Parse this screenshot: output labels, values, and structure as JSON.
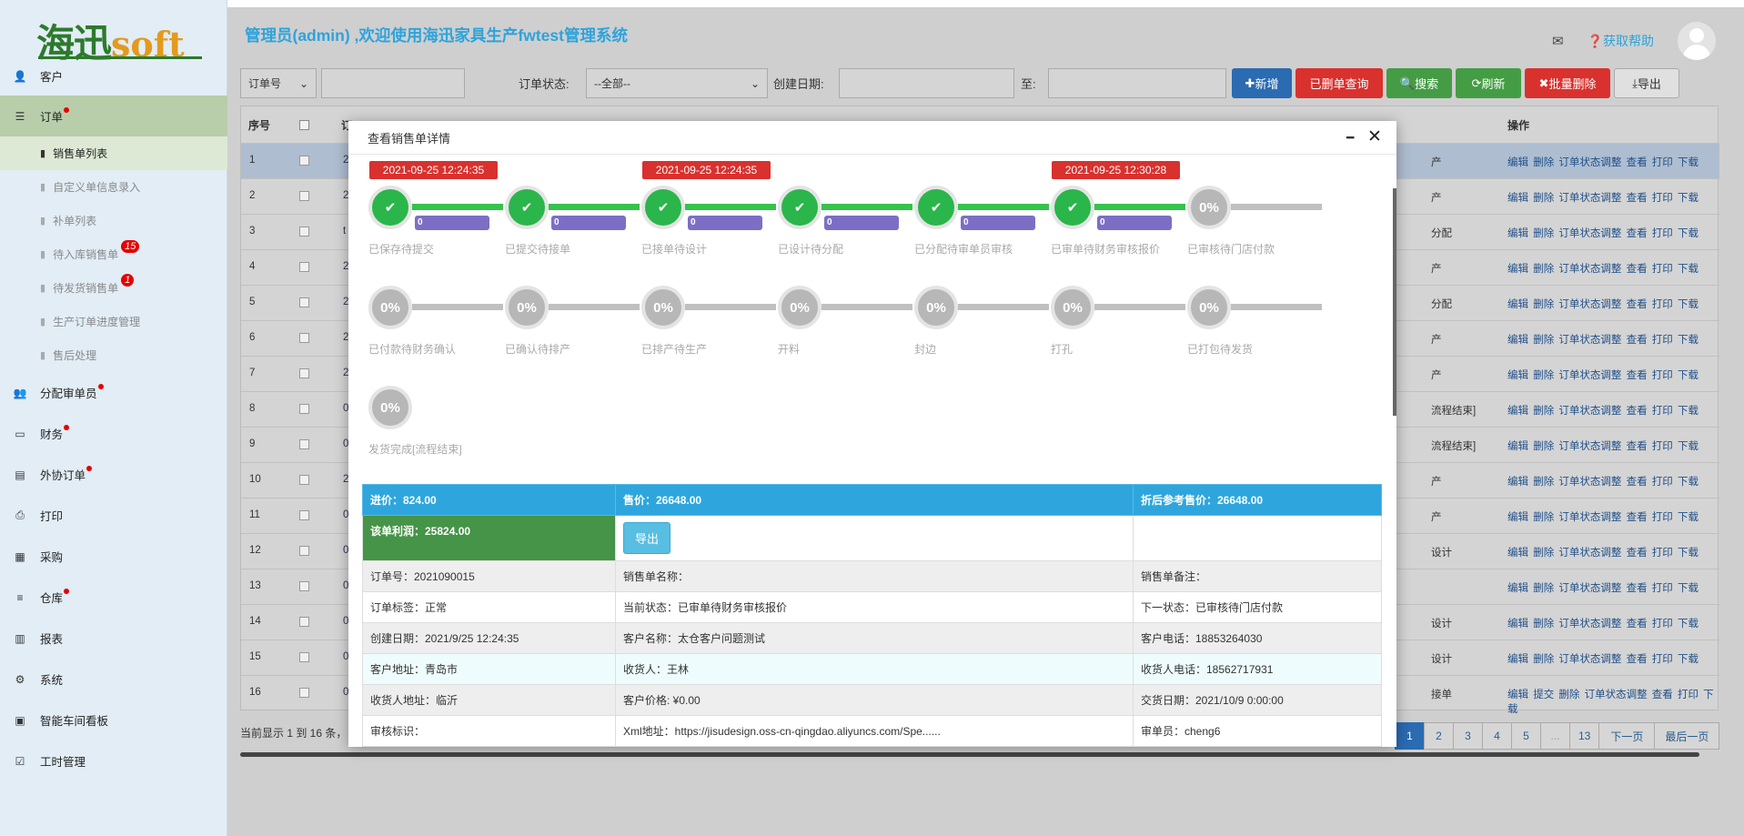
{
  "sidebar": {
    "logo_cn": "海迅",
    "logo_en": "soft",
    "menu": [
      {
        "label": "客户",
        "icon": "user-icon"
      },
      {
        "label": "订单",
        "icon": "list-icon"
      },
      {
        "label": "分配审单员",
        "icon": "users-icon"
      },
      {
        "label": "财务",
        "icon": "credit-card-icon"
      },
      {
        "label": "外协订单",
        "icon": "list-alt-icon"
      },
      {
        "label": "打印",
        "icon": "print-icon"
      },
      {
        "label": "采购",
        "icon": "table-icon"
      },
      {
        "label": "仓库",
        "icon": "bars-icon"
      },
      {
        "label": "报表",
        "icon": "chart-icon"
      },
      {
        "label": "系统",
        "icon": "gear-icon"
      },
      {
        "label": "智能车间看板",
        "icon": "film-icon"
      },
      {
        "label": "工时管理",
        "icon": "check-square-icon"
      }
    ],
    "submenu": [
      {
        "label": "销售单列表",
        "badge": ""
      },
      {
        "label": "自定义单信息录入",
        "badge": ""
      },
      {
        "label": "补单列表",
        "badge": ""
      },
      {
        "label": "待入库销售单",
        "badge": "15"
      },
      {
        "label": "待发货销售单",
        "badge": "1"
      },
      {
        "label": "生产订单进度管理",
        "badge": ""
      },
      {
        "label": "售后处理",
        "badge": ""
      }
    ]
  },
  "header": {
    "title": "管理员(admin) ,欢迎使用海迅家具生产fwtest管理系统",
    "help": "获取帮助"
  },
  "toolbar": {
    "field_select": "订单号",
    "status_label": "订单状态:",
    "status_select": "--全部--",
    "date_label": "创建日期:",
    "to_label": "至:",
    "buttons": [
      "新增",
      "已删单查询",
      "搜索",
      "刷新",
      "批量删除",
      "导出"
    ],
    "colors": {
      "blue": "#2a6bb1",
      "red": "#d9312e",
      "green": "#449d44"
    }
  },
  "grid": {
    "col_index": "序号",
    "col_first": "订",
    "col_ops": "操作",
    "rows": [
      {
        "n": "1",
        "c3": "2",
        "c4": "产",
        "ops": "编辑 删除 订单状态调整 查看 打印 下载"
      },
      {
        "n": "2",
        "c3": "2",
        "c4": "产",
        "ops": "编辑 删除 订单状态调整 查看 打印 下载"
      },
      {
        "n": "3",
        "c3": "t",
        "c4": "分配",
        "ops": "编辑 删除 订单状态调整 查看 打印 下载"
      },
      {
        "n": "4",
        "c3": "2",
        "c4": "产",
        "ops": "编辑 删除 订单状态调整 查看 打印 下载"
      },
      {
        "n": "5",
        "c3": "2",
        "c4": "分配",
        "ops": "编辑 删除 订单状态调整 查看 打印 下载"
      },
      {
        "n": "6",
        "c3": "2",
        "c4": "产",
        "ops": "编辑 删除 订单状态调整 查看 打印 下载"
      },
      {
        "n": "7",
        "c3": "2",
        "c4": "产",
        "ops": "编辑 删除 订单状态调整 查看 打印 下载"
      },
      {
        "n": "8",
        "c3": "0",
        "c4": "流程结束]",
        "ops": "编辑 删除 订单状态调整 查看 打印 下载"
      },
      {
        "n": "9",
        "c3": "0",
        "c4": "流程结束]",
        "ops": "编辑 删除 订单状态调整 查看 打印 下载"
      },
      {
        "n": "10",
        "c3": "2",
        "c4": "产",
        "ops": "编辑 删除 订单状态调整 查看 打印 下载"
      },
      {
        "n": "11",
        "c3": "0",
        "c4": "产",
        "ops": "编辑 删除 订单状态调整 查看 打印 下载"
      },
      {
        "n": "12",
        "c3": "0",
        "c4": "设计",
        "ops": "编辑 删除 订单状态调整 查看 打印 下载"
      },
      {
        "n": "13",
        "c3": "0",
        "c4": "",
        "ops": "编辑 删除 订单状态调整 查看 打印 下载"
      },
      {
        "n": "14",
        "c3": "0",
        "c4": "设计",
        "ops": "编辑 删除 订单状态调整 查看 打印 下载"
      },
      {
        "n": "15",
        "c3": "0",
        "c4": "设计",
        "ops": "编辑 删除 订单状态调整 查看 打印 下载"
      },
      {
        "n": "16",
        "c3": "0",
        "c4": "接单",
        "ops": "编辑 提交 删除 订单状态调整 查看 打印 下载"
      }
    ]
  },
  "pagination": {
    "info": "当前显示 1 到 16 条，",
    "pages": [
      "2",
      "3",
      "4",
      "5",
      "...",
      "13",
      "下一页",
      "最后一页"
    ]
  },
  "modal": {
    "title": "查看销售单详情",
    "dates": [
      "2021-09-25 12:24:35",
      "2021-09-25 12:24:35",
      "2021-09-25 12:30:28"
    ],
    "steps": [
      {
        "label": "已保存待提交",
        "done": true,
        "progress": "0"
      },
      {
        "label": "已提交待接单",
        "done": true,
        "progress": "0"
      },
      {
        "label": "已接单待设计",
        "done": true,
        "progress": "0"
      },
      {
        "label": "已设计待分配",
        "done": true,
        "progress": "0"
      },
      {
        "label": "已分配待审单员审核",
        "done": true,
        "progress": "0"
      },
      {
        "label": "已审单待财务审核报价",
        "done": true,
        "progress": "0"
      },
      {
        "label": "已审核待门店付款",
        "done": false,
        "pct": "0%"
      },
      {
        "label": "已付款待财务确认",
        "done": false,
        "pct": "0%"
      },
      {
        "label": "已确认待排产",
        "done": false,
        "pct": "0%"
      },
      {
        "label": "已排产待生产",
        "done": false,
        "pct": "0%"
      },
      {
        "label": "开料",
        "done": false,
        "pct": "0%"
      },
      {
        "label": "封边",
        "done": false,
        "pct": "0%"
      },
      {
        "label": "打孔",
        "done": false,
        "pct": "0%"
      },
      {
        "label": "已打包待发货",
        "done": false,
        "pct": "0%"
      },
      {
        "label": "发货完成[流程结束]",
        "done": false,
        "pct": "0%"
      }
    ],
    "details": {
      "cost": "进价：824.00",
      "price": "售价：26648.00",
      "discount": "折后参考售价：26648.00",
      "profit": "该单利润：25824.00",
      "export": "导出",
      "rows": [
        [
          "订单号：2021090015",
          "销售单名称：",
          "销售单备注："
        ],
        [
          "订单标签：正常",
          "当前状态：已审单待财务审核报价",
          "下一状态：已审核待门店付款"
        ],
        [
          "创建日期：2021/9/25 12:24:35",
          "客户名称：太仓客户问题测试",
          "客户电话：18853264030"
        ],
        [
          "客户地址：青岛市",
          "收货人：王林",
          "收货人电话：18562717931"
        ],
        [
          "收货人地址：临沂",
          "客户价格: ¥0.00",
          "交货日期：2021/10/9 0:00:00"
        ],
        [
          "审核标识：",
          "Xml地址：https://jisudesign.oss-cn-qingdao.aliyuncs.com/Spe......",
          "审单员：cheng6"
        ]
      ]
    }
  }
}
